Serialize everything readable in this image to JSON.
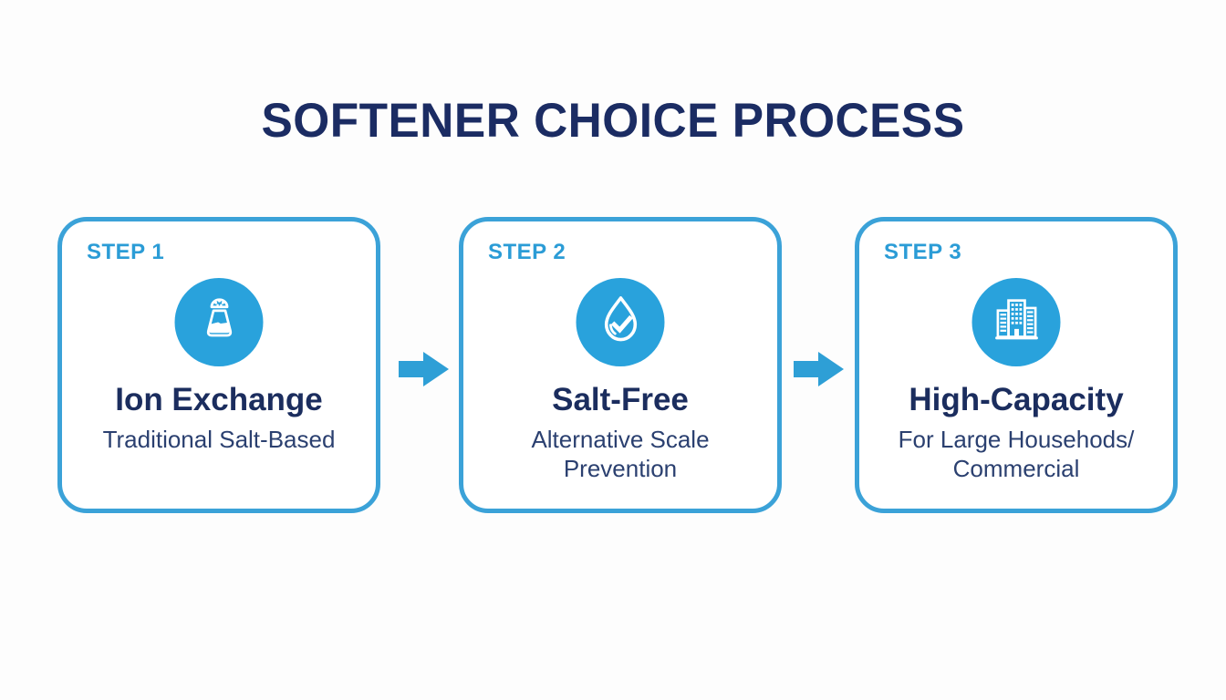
{
  "title": "SOFTENER CHOICE PROCESS",
  "colors": {
    "accent_blue": "#2E9FD6",
    "card_border_blue": "#3BA2D8",
    "icon_circle_blue": "#29A2DC",
    "title_navy": "#1B2C63",
    "subtitle_navy": "#2B4070"
  },
  "steps": [
    {
      "label": "STEP 1",
      "icon": "salt-shaker-icon",
      "title": "Ion Exchange",
      "subtitle": "Traditional Salt-Based"
    },
    {
      "label": "STEP 2",
      "icon": "water-drop-check-icon",
      "title": "Salt-Free",
      "subtitle": "Alternative Scale\nPrevention"
    },
    {
      "label": "STEP 3",
      "icon": "building-icon",
      "title": "High-Capacity",
      "subtitle": "For Large Househods/\nCommercial"
    }
  ]
}
